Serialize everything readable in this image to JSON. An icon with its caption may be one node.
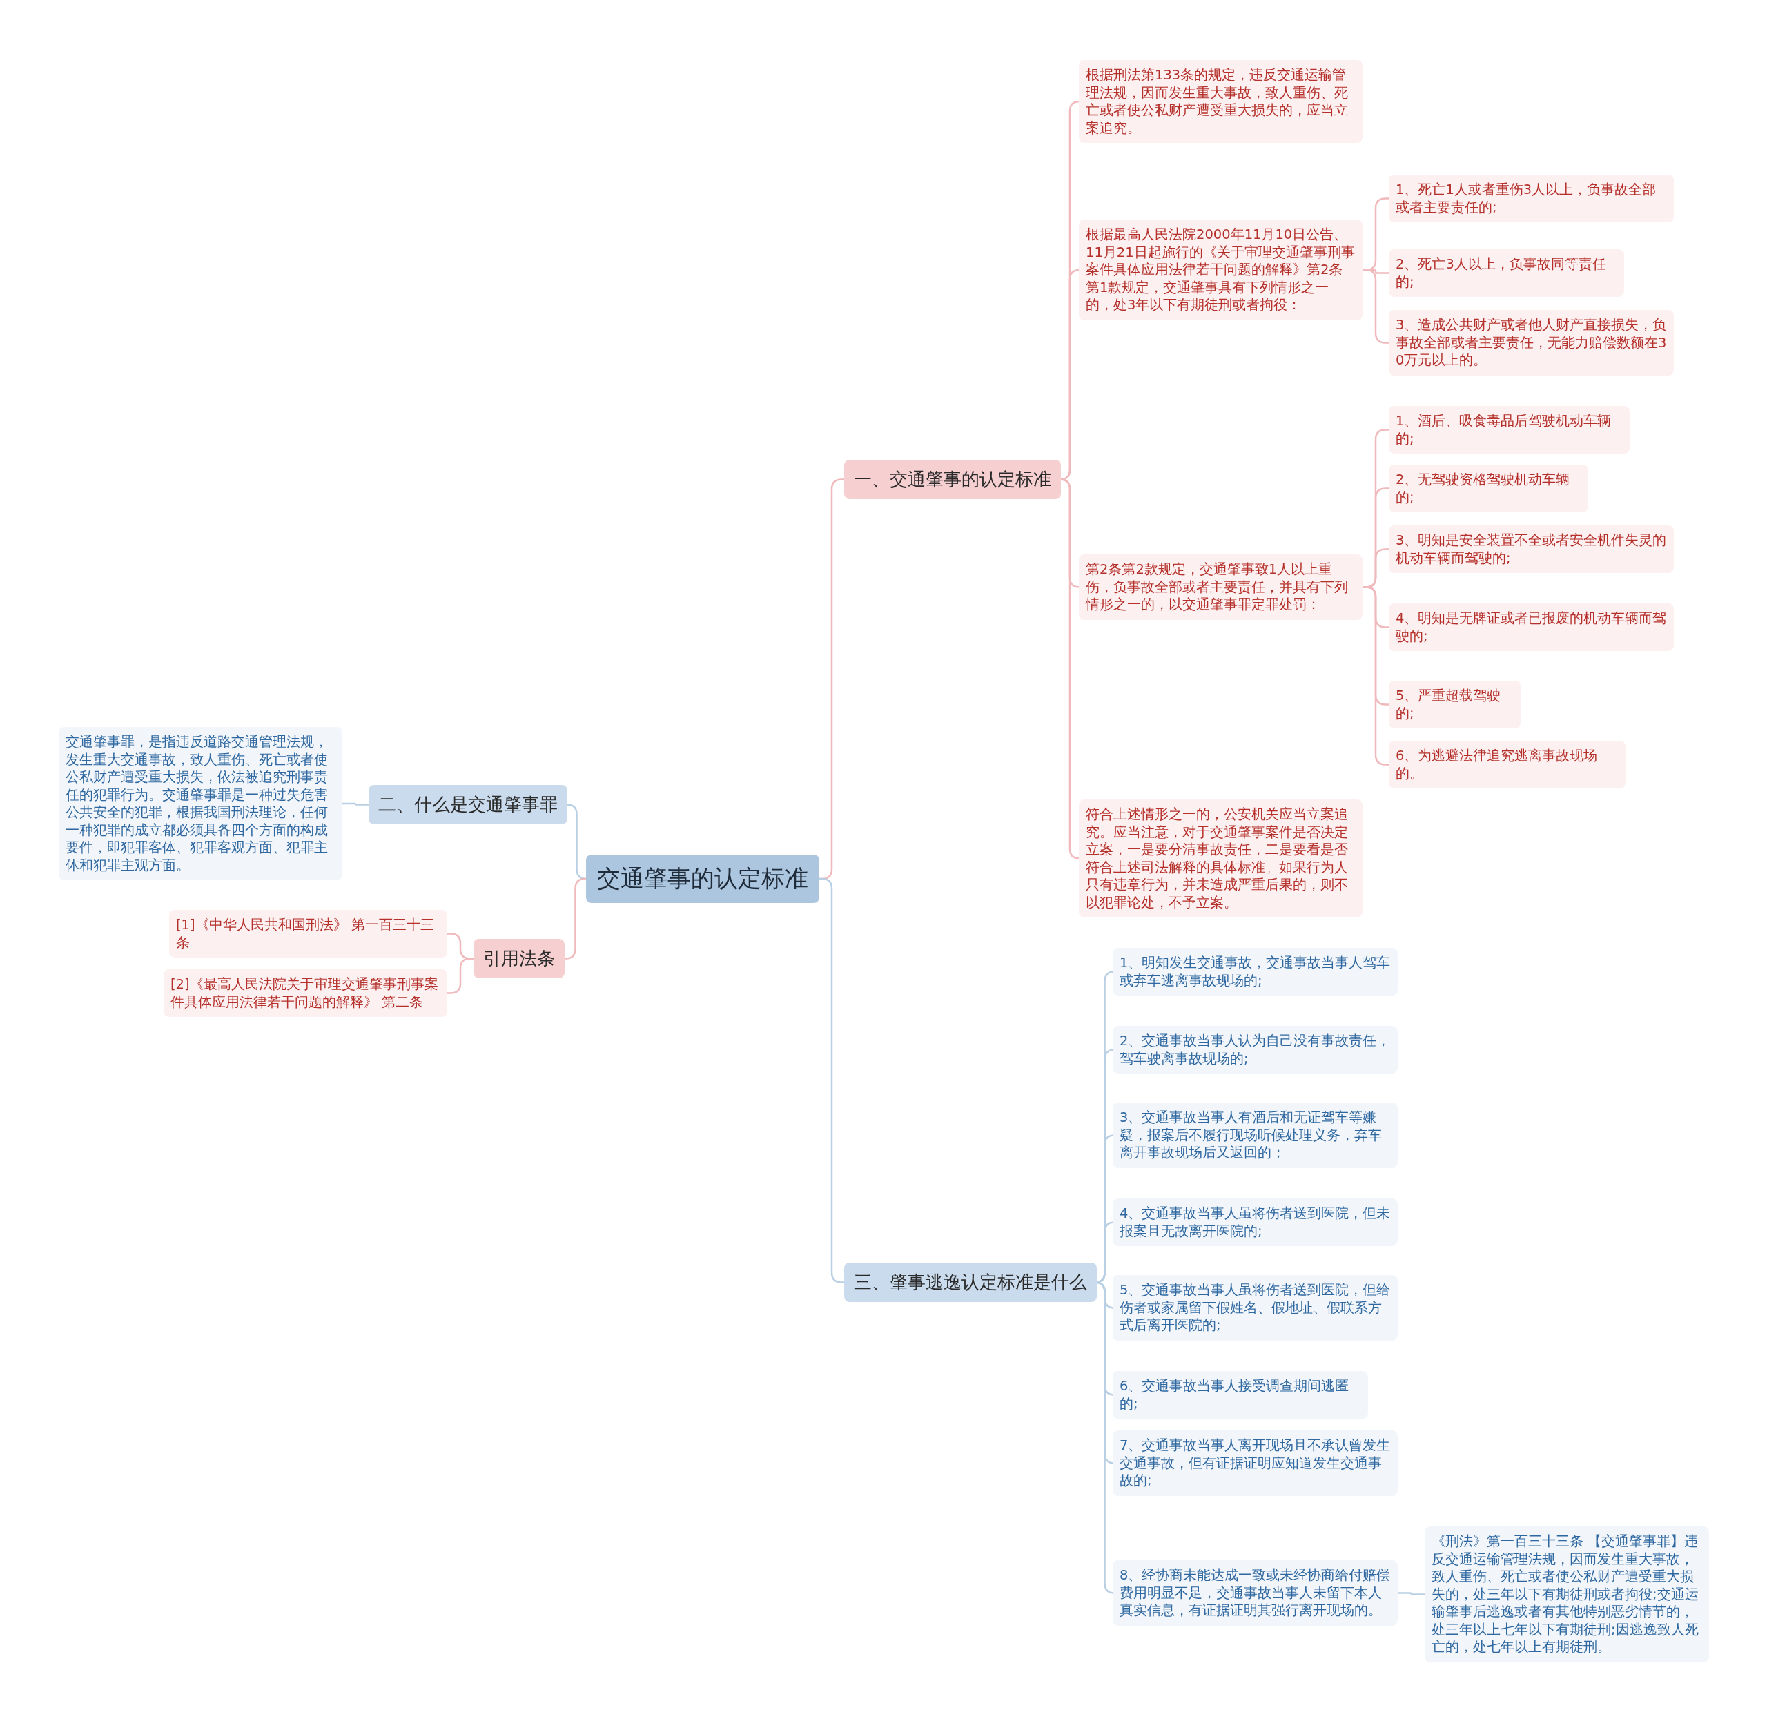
{
  "diagram": {
    "nodes": [
      {
        "text": [
          "交通肇事的认定标准"
        ]
      },
      {
        "text": [
          "一、交通肇事的认定标准"
        ]
      },
      {
        "text": [
          "根据刑法第133条的规定，违反交通运输管理法规，因而发生重大事故，致人重伤、死亡或者使公私财产遭受重大损失的，应当立案追究。"
        ]
      },
      {
        "text": [
          "根据最高人民法院2000年11月10日公告、11月21日起施行的《关于审理交通肇事刑事案件具体应用法律若干问题的解释》第2条第1款规定，交通肇事具有下列情形之一的，处3年以下有期徒刑或者拘役："
        ]
      },
      {
        "text": [
          "1、死亡1人或者重伤3人以上，负事故全部或者主要责任的;"
        ]
      },
      {
        "text": [
          "2、死亡3人以上，负事故同等责任的;"
        ]
      },
      {
        "text": [
          "3、造成公共财产或者他人财产直接损失，负事故全部或者主要责任，无能力赔偿数额在30万元以上的。"
        ]
      },
      {
        "text": [
          "第2条第2款规定，交通肇事致1人以上重伤，负事故全部或者主要责任，并具有下列情形之一的，以交通肇事罪定罪处罚："
        ]
      },
      {
        "text": [
          "1、酒后、吸食毒品后驾驶机动车辆的;"
        ]
      },
      {
        "text": [
          "2、无驾驶资格驾驶机动车辆的;"
        ]
      },
      {
        "text": [
          "3、明知是安全装置不全或者安全机件失灵的机动车辆而驾驶的;"
        ]
      },
      {
        "text": [
          "4、明知是无牌证或者已报废的机动车辆而驾驶的;"
        ]
      },
      {
        "text": [
          "5、严重超载驾驶的;"
        ]
      },
      {
        "text": [
          "6、为逃避法律追究逃离事故现场的。"
        ]
      },
      {
        "text": [
          "符合上述情形之一的，公安机关应当立案追究。应当注意，对于交通肇事案件是否决定立案，一是要分清事故责任，二是要看是否符合上述司法解释的具体标准。如果行为人只有违章行为，并未造成严重后果的，则不以犯罪论处，不予立案。"
        ]
      },
      {
        "text": [
          "三、肇事逃逸认定标准是什么"
        ]
      },
      {
        "text": [
          "1、明知发生交通事故，交通事故当事人驾车或弃车逃离事故现场的;"
        ]
      },
      {
        "text": [
          "2、交通事故当事人认为自己没有事故责任，驾车驶离事故现场的;"
        ]
      },
      {
        "text": [
          "3、交通事故当事人有酒后和无证驾车等嫌疑，报案后不履行现场听候处理义务，弃车离开事故现场后又返回的；"
        ]
      },
      {
        "text": [
          "4、交通事故当事人虽将伤者送到医院，但未报案且无故离开医院的;"
        ]
      },
      {
        "text": [
          "5、交通事故当事人虽将伤者送到医院，但给伤者或家属留下假姓名、假地址、假联系方式后离开医院的;"
        ]
      },
      {
        "text": [
          "6、交通事故当事人接受调查期间逃匿的;"
        ]
      },
      {
        "text": [
          "7、交通事故当事人离开现场且不承认曾发生交通事故，但有证据证明应知道发生交通事故的;"
        ]
      },
      {
        "text": [
          "8、经协商未能达成一致或未经协商给付赔偿费用明显不足，交通事故当事人未留下本人真实信息，有证据证明其强行离开现场的。"
        ]
      },
      {
        "text": [
          "《刑法》第一百三十三条 【交通肇事罪】违反交通运输管理法规，因而发生重大事故，致人重伤、死亡或者使公私财产遭受重大损失的，处三年以下有期徒刑或者拘役;交通运输肇事后逃逸或者有其他特别恶劣情节的，处三年以上七年以下有期徒刑;因逃逸致人死亡的，处七年以上有期徒刑。"
        ]
      },
      {
        "text": [
          "二、什么是交通肇事罪"
        ]
      },
      {
        "text": [
          "交通肇事罪，是指违反道路交通管理法规，发生重大交通事故，致人重伤、死亡或者使公私财产遭受重大损失，依法被追究刑事责任的犯罪行为。交通肇事罪是一种过失危害公共安全的犯罪，根据我国刑法理论，任何一种犯罪的成立都必须具备四个方面的构成要件，即犯罪客体、犯罪客观方面、犯罪主体和犯罪主观方面。"
        ]
      },
      {
        "text": [
          "引用法条"
        ]
      },
      {
        "text": [
          "[1]《中华人民共和国刑法》 第一百三十三条"
        ]
      },
      {
        "text": [
          "[2]《最高人民法院关于审理交通肇事刑事案件具体应用法律若干问题的解释》 第二条"
        ]
      }
    ],
    "edges": [
      {
        "from": 0,
        "to": 1,
        "arrow": "none"
      },
      {
        "from": 1,
        "to": 2,
        "arrow": "none"
      },
      {
        "from": 1,
        "to": 3,
        "arrow": "none"
      },
      {
        "from": 3,
        "to": 4,
        "arrow": "none"
      },
      {
        "from": 3,
        "to": 5,
        "arrow": "none"
      },
      {
        "from": 3,
        "to": 6,
        "arrow": "none"
      },
      {
        "from": 1,
        "to": 7,
        "arrow": "none"
      },
      {
        "from": 7,
        "to": 8,
        "arrow": "none"
      },
      {
        "from": 7,
        "to": 9,
        "arrow": "none"
      },
      {
        "from": 7,
        "to": 10,
        "arrow": "none"
      },
      {
        "from": 7,
        "to": 11,
        "arrow": "none"
      },
      {
        "from": 7,
        "to": 12,
        "arrow": "none"
      },
      {
        "from": 7,
        "to": 13,
        "arrow": "none"
      },
      {
        "from": 1,
        "to": 14,
        "arrow": "none"
      },
      {
        "from": 0,
        "to": 15,
        "arrow": "none",
        "color": "#b9cfe3"
      },
      {
        "from": 15,
        "to": 16,
        "arrow": "none",
        "color": "#b9cfe3"
      },
      {
        "from": 15,
        "to": 17,
        "arrow": "none",
        "color": "#b9cfe3"
      },
      {
        "from": 15,
        "to": 18,
        "arrow": "none",
        "color": "#b9cfe3"
      },
      {
        "from": 15,
        "to": 19,
        "arrow": "none",
        "color": "#b9cfe3"
      },
      {
        "from": 15,
        "to": 20,
        "arrow": "none",
        "color": "#b9cfe3"
      },
      {
        "from": 15,
        "to": 21,
        "arrow": "none",
        "color": "#b9cfe3"
      },
      {
        "from": 15,
        "to": 22,
        "arrow": "none",
        "color": "#b9cfe3"
      },
      {
        "from": 15,
        "to": 23,
        "arrow": "none",
        "color": "#b9cfe3"
      },
      {
        "from": 23,
        "to": 24,
        "arrow": "none",
        "color": "#b9cfe3"
      },
      {
        "from": 0,
        "to": 25,
        "arrow": "none",
        "color": "#b9cfe3"
      },
      {
        "from": 25,
        "to": 26,
        "arrow": "none",
        "color": "#b9cfe3"
      },
      {
        "from": 0,
        "to": 27,
        "arrow": "none"
      },
      {
        "from": 27,
        "to": 28,
        "arrow": "none"
      },
      {
        "from": 27,
        "to": 29,
        "arrow": "none"
      }
    ]
  }
}
